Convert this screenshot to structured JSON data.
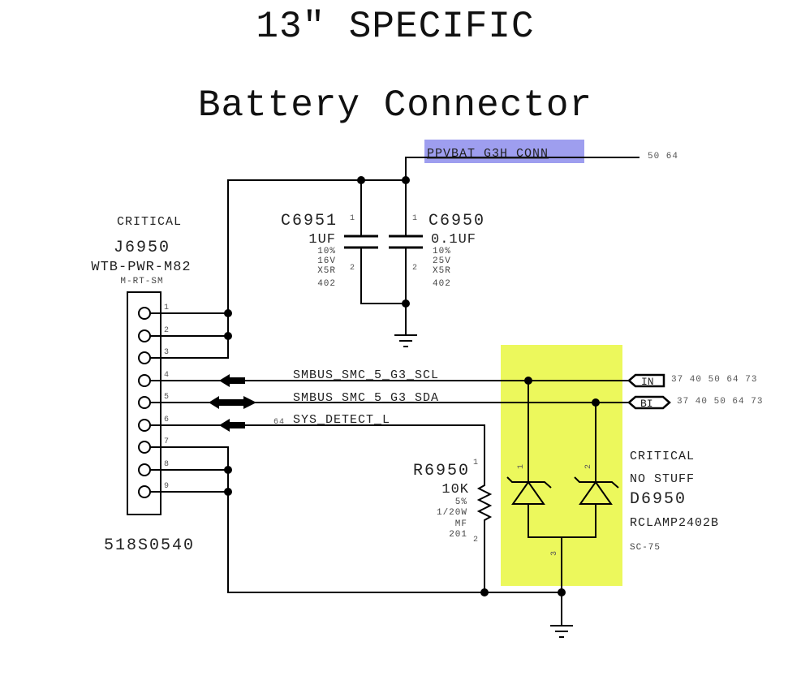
{
  "title": {
    "line1": "13\" SPECIFIC",
    "line2": "Battery Connector"
  },
  "colors": {
    "net_highlight": "#9999ee",
    "esd_highlight": "#ecf85c",
    "wire": "#000000"
  },
  "nets": {
    "ppvbat": {
      "name": "PPVBAT_G3H_CONN",
      "pages": "50 64"
    },
    "scl": {
      "name": "SMBUS_SMC_5_G3_SCL",
      "port": "IN",
      "pages": "37 40 50 64 73"
    },
    "sda": {
      "name": "SMBUS_SMC_5_G3_SDA",
      "port": "BI",
      "pages": "37 40 50 64 73"
    },
    "sys_detect": {
      "name": "SYS_DETECT_L",
      "page_ref": "64"
    }
  },
  "connector": {
    "tag": "CRITICAL",
    "refdes": "J6950",
    "part": "WTB-PWR-M82",
    "package": "M-RT-SM",
    "part_number": "518S0540",
    "pins": [
      "1",
      "2",
      "3",
      "4",
      "5",
      "6",
      "7",
      "8",
      "9"
    ]
  },
  "c6951": {
    "refdes": "C6951",
    "value": "1UF",
    "tolerance": "10%",
    "voltage": "16V",
    "dielectric": "X5R",
    "size": "402",
    "pin1": "1",
    "pin2": "2"
  },
  "c6950": {
    "refdes": "C6950",
    "value": "0.1UF",
    "tolerance": "10%",
    "voltage": "25V",
    "dielectric": "X5R",
    "size": "402",
    "pin1": "1",
    "pin2": "2"
  },
  "r6950": {
    "refdes": "R6950",
    "value": "10K",
    "tolerance": "5%",
    "power": "1/20W",
    "type": "MF",
    "size": "201",
    "pin1": "1",
    "pin2": "2"
  },
  "d6950": {
    "tag1": "CRITICAL",
    "tag2": "NO STUFF",
    "refdes": "D6950",
    "part": "RCLAMP2402B",
    "package": "SC-75",
    "pin1": "1",
    "pin2": "2",
    "pin3": "3"
  }
}
